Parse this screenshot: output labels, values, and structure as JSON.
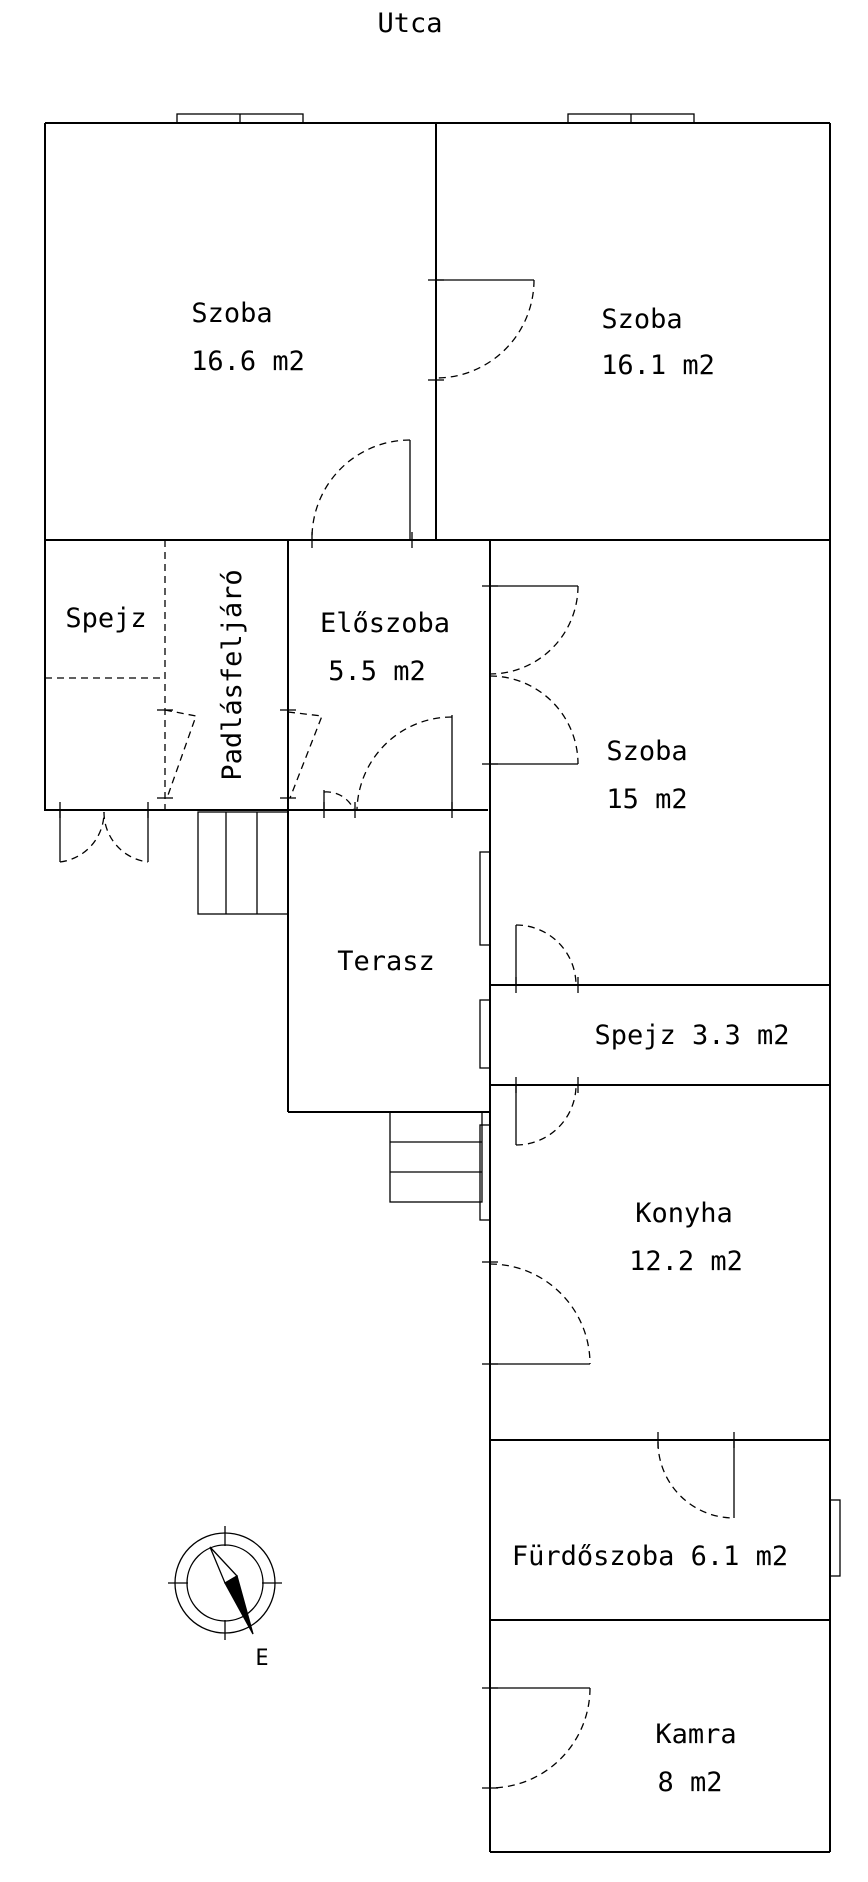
{
  "street_label": "Utca",
  "rooms": [
    {
      "key": "szoba1",
      "name": "Szoba",
      "area": "16.6 m2"
    },
    {
      "key": "szoba2",
      "name": "Szoba",
      "area": "16.1 m2"
    },
    {
      "key": "spejz1",
      "name": "Spejz"
    },
    {
      "key": "padlas",
      "name": "Padlásfeljáró"
    },
    {
      "key": "eloszoba",
      "name": "Előszoba",
      "area": "5.5 m2"
    },
    {
      "key": "szoba3",
      "name": "Szoba",
      "area": "15 m2"
    },
    {
      "key": "terasz",
      "name": "Terasz"
    },
    {
      "key": "spejz2",
      "name": "Spejz 3.3 m2"
    },
    {
      "key": "konyha",
      "name": "Konyha",
      "area": "12.2 m2"
    },
    {
      "key": "furdo",
      "name": "Fürdőszoba 6.1 m2"
    },
    {
      "key": "kamra",
      "name": "Kamra",
      "area": "8 m2"
    }
  ],
  "compass": {
    "label": "E"
  }
}
